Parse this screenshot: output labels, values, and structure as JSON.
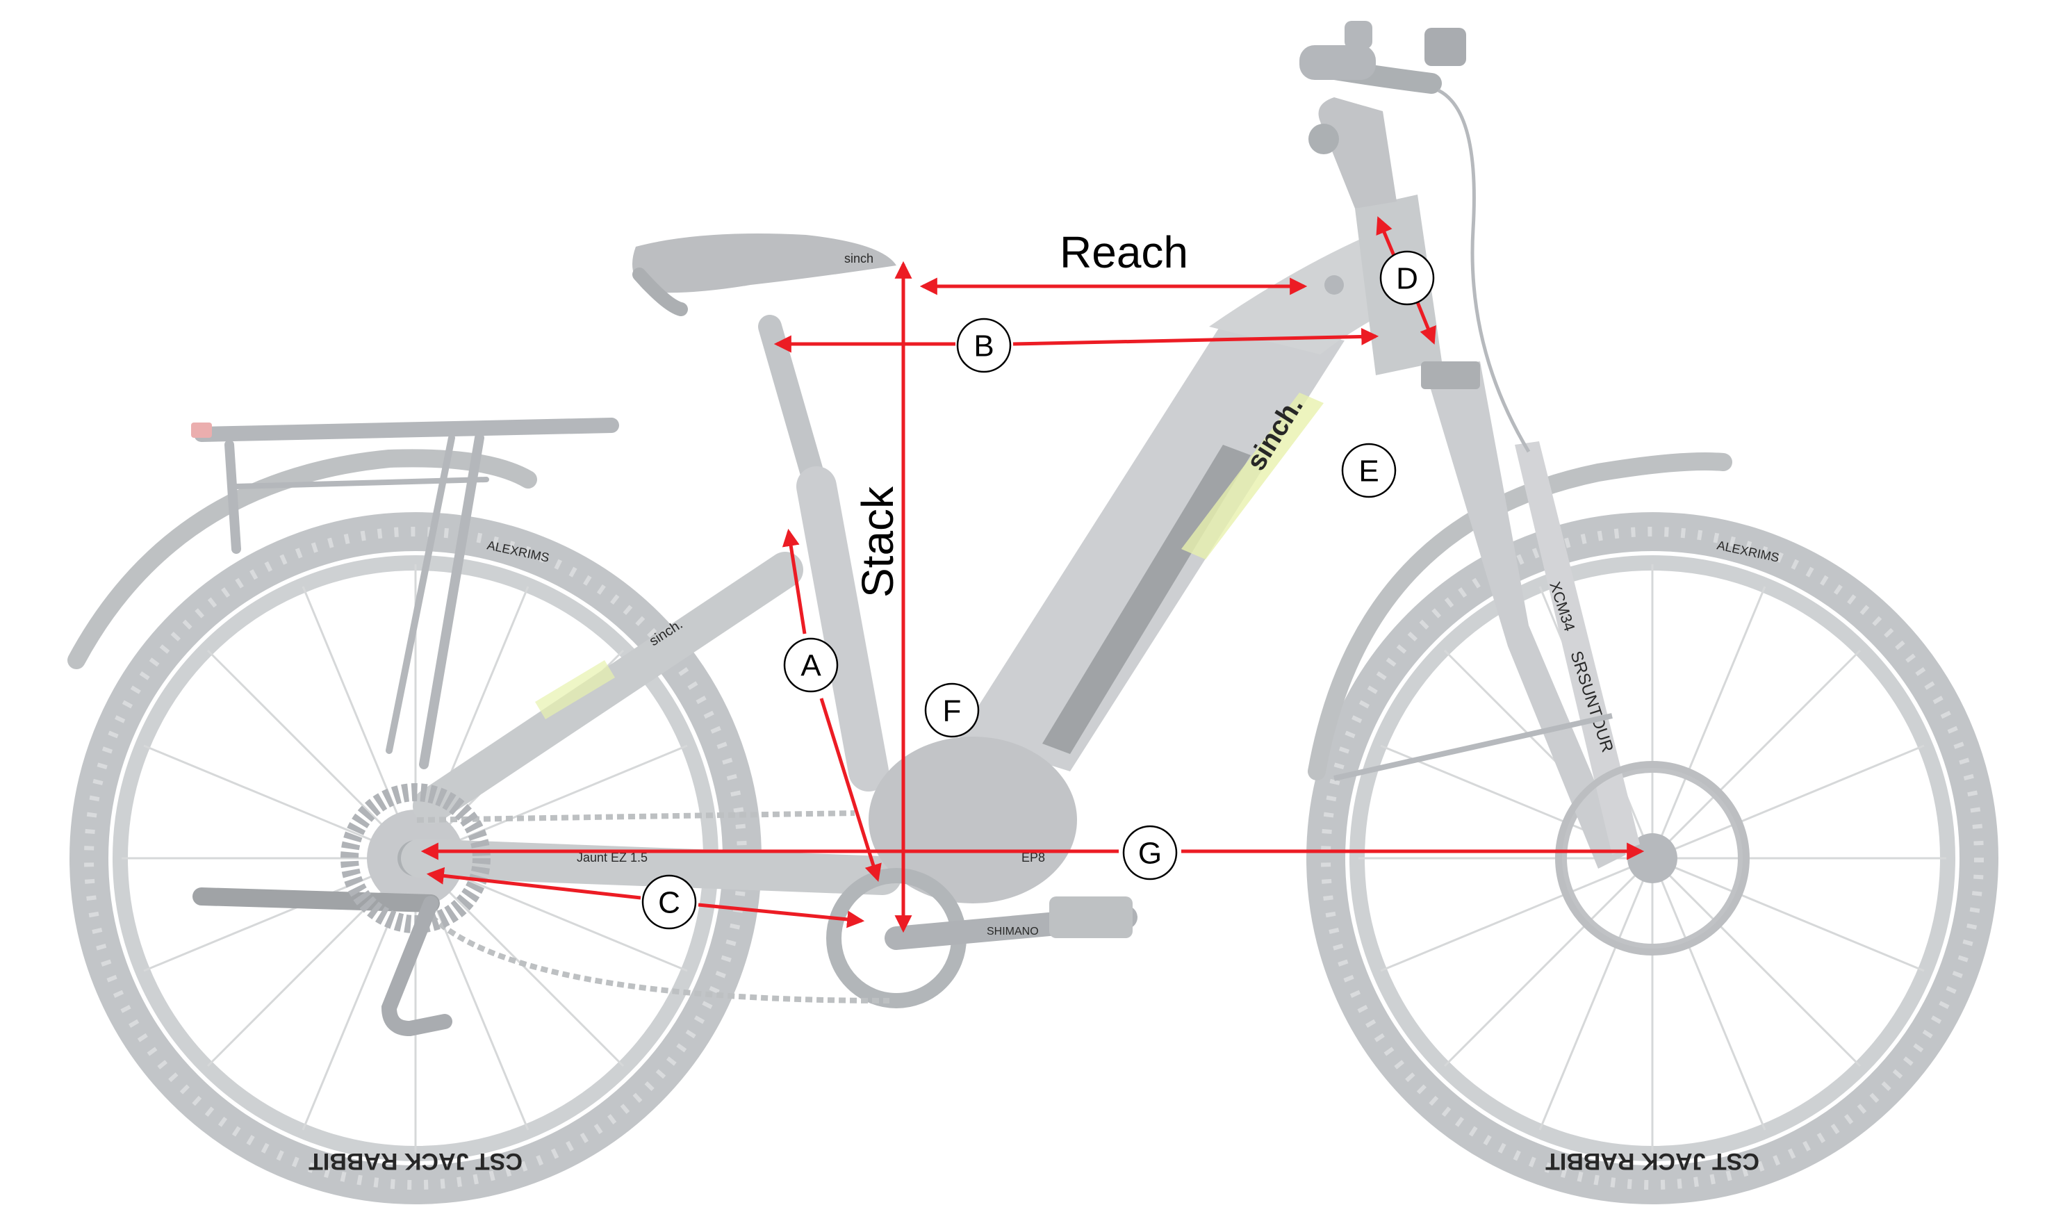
{
  "colors": {
    "arrow": "#ec1c24",
    "bike_gray": "#c4c7ca",
    "bike_dark": "#9ea2a6",
    "accent_yellow": "#e3ef9f",
    "label_text": "#000000"
  },
  "labels": {
    "reach": "Reach",
    "stack": "Stack",
    "a": "A",
    "b": "B",
    "c": "C",
    "d": "D",
    "e": "E",
    "f": "F",
    "g": "G"
  },
  "bike_text": {
    "brand_downtube": "sinch.",
    "brand_stay": "sinch.",
    "model": "Jaunt EZ 1.5",
    "tire_rear": "CST JACK RABBIT",
    "tire_front": "CST JACK RABBIT",
    "fork": "XCM34",
    "fork_brand": "SRSUNTOUR",
    "rim": "ALEXRIMS",
    "crank": "SHIMANO",
    "motor": "EP8",
    "saddle": "sinch"
  }
}
